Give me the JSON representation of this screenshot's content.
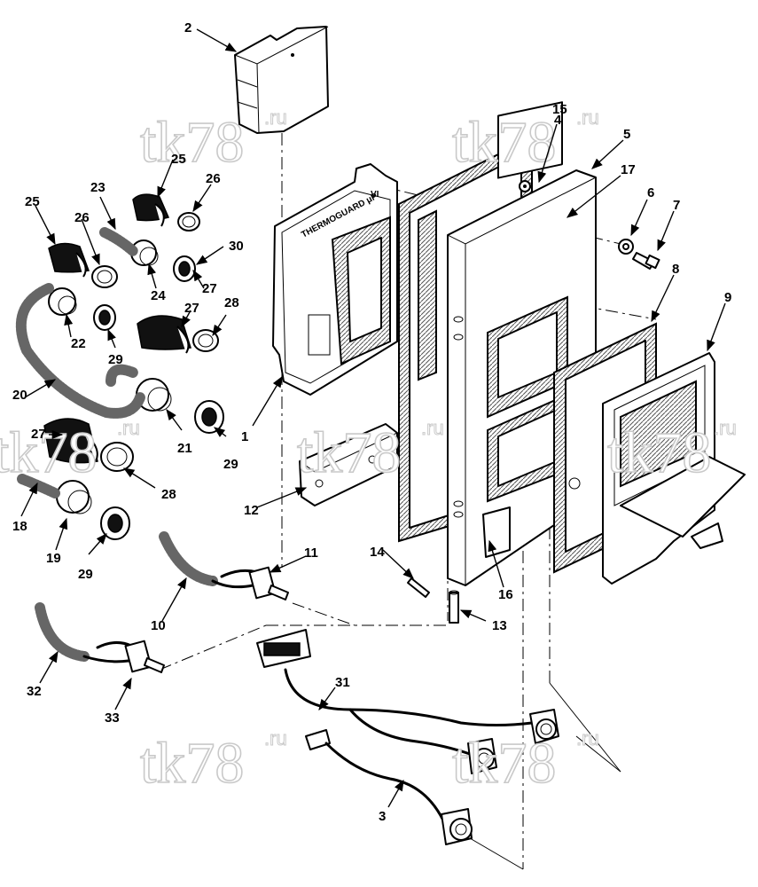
{
  "watermark": {
    "text": "tk78",
    "suffix": ".ru"
  },
  "callouts": [
    "1",
    "2",
    "3",
    "4",
    "5",
    "6",
    "7",
    "8",
    "9",
    "10",
    "11",
    "12",
    "13",
    "14",
    "15",
    "16",
    "17",
    "18",
    "19",
    "20",
    "21",
    "22",
    "23",
    "24",
    "25",
    "25",
    "26",
    "26",
    "27",
    "27",
    "27",
    "28",
    "28",
    "29",
    "29",
    "29",
    "30",
    "31",
    "32",
    "33"
  ],
  "panel": {
    "brand": "THERMOGUARD μP",
    "version": "VI"
  }
}
